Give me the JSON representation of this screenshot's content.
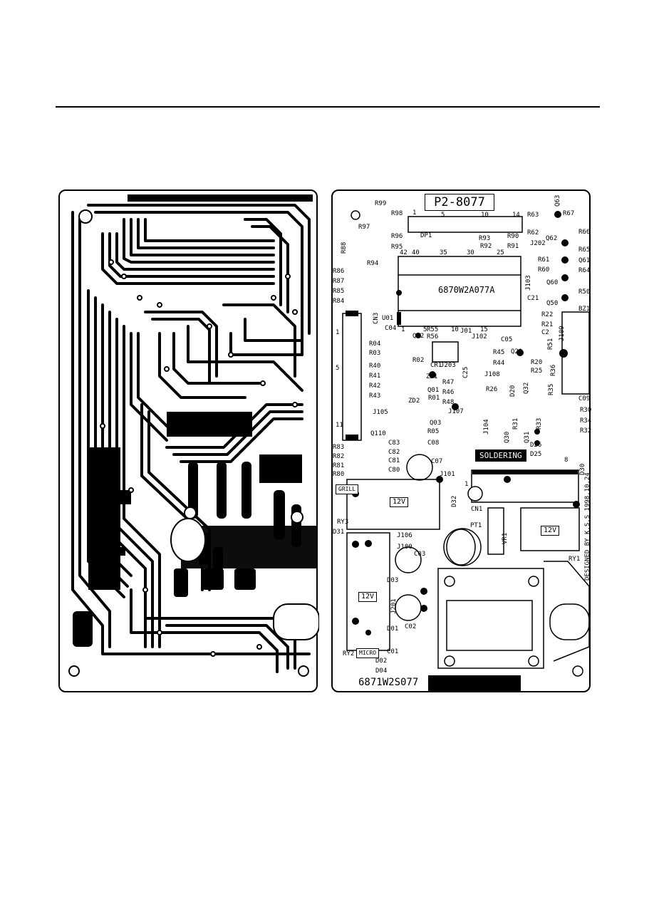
{
  "header_rule": true,
  "solder_side": {
    "description_visible": false
  },
  "silk_side": {
    "board_id": "P2-8077",
    "ic_marking": "6870W2A077A",
    "pcb_part_no": "6871W2S077",
    "designed_by": "DESIGNED BY K.S.S 1998.10.24",
    "soldering_tag": "SOLDERING",
    "relays": [
      {
        "ref": "RY3",
        "tag": "GRILL",
        "voltage": "12V"
      },
      {
        "ref": "RY2",
        "tag": "MICRO",
        "voltage": "12V"
      },
      {
        "ref": "RY1",
        "tag": "",
        "voltage": "12V"
      }
    ],
    "connectors": {
      "dp1": "DP1",
      "dp1_pins": [
        "1",
        "5",
        "10",
        "14"
      ],
      "u01_pins": [
        "42",
        "40",
        "35",
        "30",
        "25"
      ],
      "u01_pins_bottom": [
        "1",
        "5",
        "10",
        "15"
      ],
      "cn3": "CN3",
      "cn3_pins": [
        "1",
        "5",
        "11"
      ],
      "cn1": "CN1",
      "pt1": "PT1",
      "vr1": "VR1",
      "bz1": "BZ1",
      "d30": "D30",
      "pin_8": "8",
      "pin_1": "1"
    },
    "labels": {
      "R99": "R99",
      "R98": "R98",
      "R97": "R97",
      "R96": "R96",
      "R95": "R95",
      "R94": "R94",
      "R88": "R88",
      "R86": "R86",
      "R87": "R87",
      "R85": "R85",
      "R84": "R84",
      "U01": "U01",
      "R93": "R93",
      "R92": "R92",
      "R90": "R90",
      "R91": "R91",
      "R63": "R63",
      "R62": "R62",
      "Q63": "Q63",
      "R67": "R67",
      "R66": "R66",
      "Q62": "Q62",
      "R65": "R65",
      "Q61": "Q61",
      "R64": "R64",
      "J202": "J202",
      "R61": "R61",
      "R60": "R60",
      "Q60": "Q60",
      "R50": "R50",
      "J103": "J103",
      "Q50": "Q50",
      "C21": "C21",
      "R22": "R22",
      "R21": "R21",
      "C2": "C2",
      "J109": "J109",
      "C04": "C04",
      "R55": "R55",
      "R56": "R56",
      "J01": "J01",
      "J102": "J102",
      "C05": "C05",
      "R04": "R04",
      "Q02": "Q02",
      "R03": "R03",
      "R02": "R02",
      "R45": "R45",
      "R44": "R44",
      "Q20": "Q20",
      "R51": "R51",
      "R20": "R20",
      "R25": "R25",
      "R36": "R36",
      "R40": "R40",
      "CR1": "CR1",
      "J203": "J203",
      "C25": "C25",
      "ZD1": "ZD1",
      "R41": "R41",
      "R42": "R42",
      "R43": "R43",
      "R47": "R47",
      "J108": "J108",
      "Q01": "Q01",
      "R46": "R46",
      "R26": "R26",
      "D20": "D20",
      "Q32": "Q32",
      "R35": "R35",
      "C09": "C09",
      "ZD2": "ZD2",
      "R01": "R01",
      "R48": "R48",
      "J107": "J107",
      "J105": "J105",
      "Q110": "Q110",
      "Q03": "Q03",
      "R05": "R05",
      "J104": "J104",
      "Q30": "Q30",
      "R31": "R31",
      "Q31": "Q31",
      "R33": "R33",
      "R30": "R30",
      "R34": "R34",
      "R32": "R32",
      "R83": "R83",
      "C83": "C83",
      "C08": "C08",
      "D26": "D26",
      "R82": "R82",
      "C82": "C82",
      "D25": "D25",
      "R81": "R81",
      "C81": "C81",
      "C07": "C07",
      "R80": "R80",
      "C80": "C80",
      "J101": "J101",
      "D32": "D32",
      "D31": "D31",
      "J106": "J106",
      "J100": "J100",
      "C03": "C03",
      "D03": "D03",
      "J201": "J201",
      "C02": "C02",
      "D01": "D01",
      "C01": "C01",
      "D02": "D02",
      "D04": "D04"
    }
  }
}
